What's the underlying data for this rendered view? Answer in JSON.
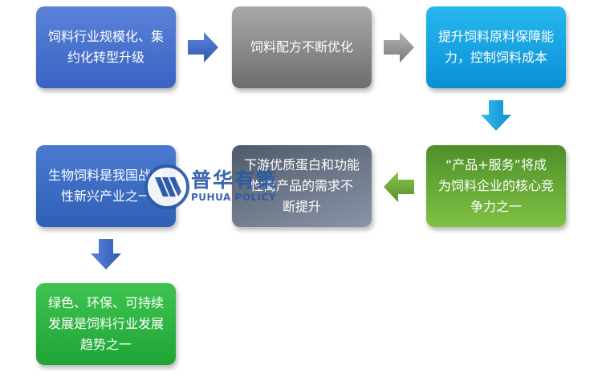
{
  "nodes": [
    {
      "id": "n1",
      "text": "饲料行业规模化、集\n约化转型升级"
    },
    {
      "id": "n2",
      "text": "饲料配方不断优化"
    },
    {
      "id": "n3",
      "text": "提升饲料原料保障能\n力，控制饲料成本"
    },
    {
      "id": "n4",
      "text": "“产品+服务”将成\n为饲料企业的核心竞\n争力之一"
    },
    {
      "id": "n5",
      "text": "下游优质蛋白和功能\n性禽产品的需求不\n断提升"
    },
    {
      "id": "n6",
      "text": "生物饲料是我国战略\n性新兴产业之一"
    },
    {
      "id": "n7",
      "text": "绿色、环保、可持续\n发展是饲料行业发展\n趋势之一"
    }
  ],
  "edges": [
    {
      "from": "n1",
      "to": "n2"
    },
    {
      "from": "n2",
      "to": "n3"
    },
    {
      "from": "n3",
      "to": "n4"
    },
    {
      "from": "n4",
      "to": "n5"
    },
    {
      "from": "n6",
      "to": "n7"
    }
  ],
  "colors": {
    "n1": "#4a73d0",
    "n2": "#8a8a8a",
    "n3": "#1aa3e4",
    "n4": "#66a937",
    "n5": "#6b7587",
    "n6": "#3c6cc3",
    "n7": "#2eb443",
    "arrow_blue": "#3a63c4",
    "arrow_gray": "#8c8c8c",
    "arrow_sky": "#1aa3e4",
    "arrow_green": "#6aa83a"
  },
  "watermark": {
    "title": "普华有策",
    "subtitle": "PUHUA POLICY",
    "logo_icon": "puhua-logo-icon"
  }
}
